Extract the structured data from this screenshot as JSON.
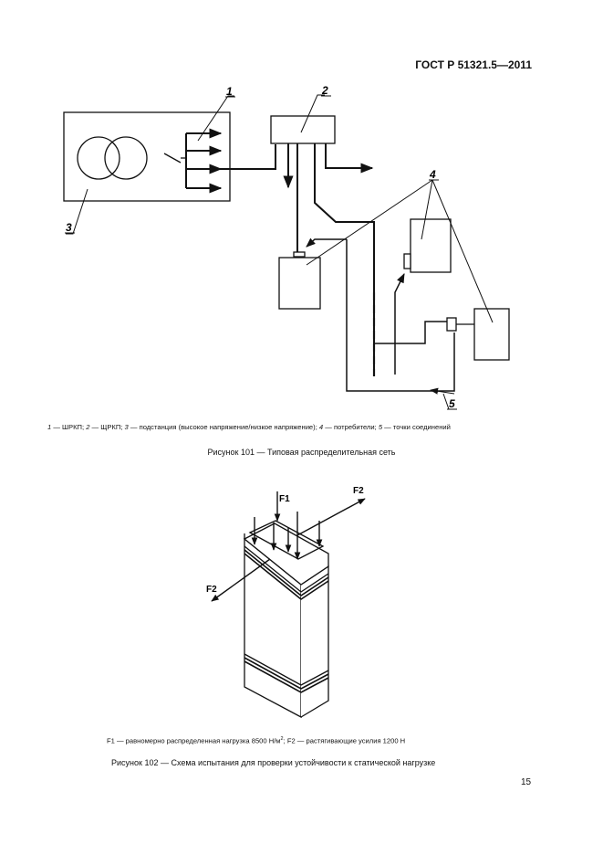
{
  "header": {
    "standard": "ГОСТ Р 51321.5—2011"
  },
  "figure1": {
    "callouts": {
      "c1": "1",
      "c2": "2",
      "c3": "3",
      "c4": "4",
      "c5": "5"
    },
    "legend": {
      "n1": "1",
      "t1": " — ШРКП; ",
      "n2": "2",
      "t2": " — ЩРКП; ",
      "n3": "3",
      "t3": " — подстанция (высокое напряжение/низкое напряжение); ",
      "n4": "4",
      "t4": " — потребители; ",
      "n5": "5",
      "t5": " — точки соединений"
    },
    "caption": "Рисунок 101 — Типовая распределительная сеть"
  },
  "figure2": {
    "labels": {
      "f1": "F1",
      "f2_top": "F2",
      "f2_left": "F2"
    },
    "legend": {
      "before_sup": "F1 — равномерно распределенная нагрузка 8500 Н/м",
      "sup": "2",
      "after_sup": "; F2 — растягивающие усилия 1200  Н"
    },
    "caption": "Рисунок  102 — Схема испытания для проверки устойчивости к статической нагрузке"
  },
  "page_number": "15"
}
